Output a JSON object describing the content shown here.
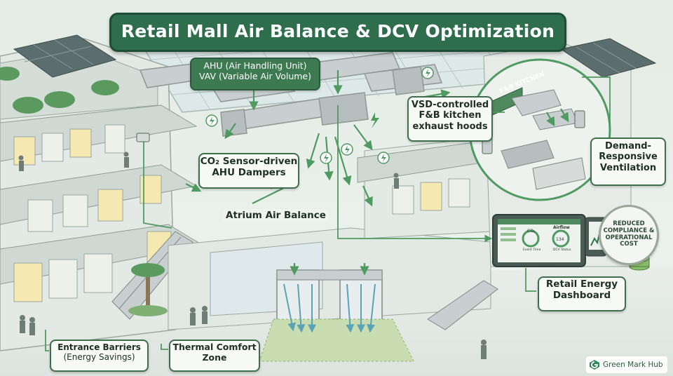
{
  "title": "Retail Mall Air Balance & DCV Optimization",
  "labels": {
    "ahu": {
      "line1": "AHU (Air Handling Unit)",
      "line2": "VAV (Variable Air Volume)"
    },
    "co2": {
      "line1": "CO₂ Sensor-driven",
      "line2": "AHU Dampers"
    },
    "vsd": {
      "line1": "VSD-controlled",
      "line2": "F&B kitchen",
      "line3": "exhaust hoods"
    },
    "dcv": {
      "line1": "Demand-",
      "line2": "Responsive",
      "line3": "Ventilation"
    },
    "atrium": "Atrium Air Balance",
    "dashboard": {
      "line1": "Retail Energy",
      "line2": "Dashboard"
    },
    "entrance": {
      "line1": "Entrance Barriers",
      "line2": "(Energy Savings)"
    },
    "thermal": {
      "line1": "Thermal Comfort",
      "line2": "Zone"
    }
  },
  "kitchen_sign": "F&B KITCHEN",
  "badge": {
    "line1": "REDUCED",
    "line2": "COMPLIANCE &",
    "line3": "OPERATIONAL",
    "line4": "COST"
  },
  "dashboard_screen": {
    "co2_label": "CO₂",
    "co2_caption": "Event Time",
    "airflow_label": "Airflow",
    "airflow_value": "134",
    "airflow_caption": "DCV Status"
  },
  "brand": "Green Mark Hub",
  "colors": {
    "primary_green": "#2f6e4d",
    "ahu_green": "#3d7a52",
    "arrow_green": "#4f9a60",
    "label_border": "#3f6e4e",
    "building_grey": "#dfe5e1",
    "duct_grey": "#c9ced0",
    "warm_window": "#f5e8b0",
    "airflow_blue": "#74b6c6"
  },
  "icons": [
    "lightning-icon",
    "co2-sensor-icon",
    "kitchen-hood-icon",
    "trend-chart-icon",
    "coin-stack-icon",
    "brand-logo-icon"
  ]
}
